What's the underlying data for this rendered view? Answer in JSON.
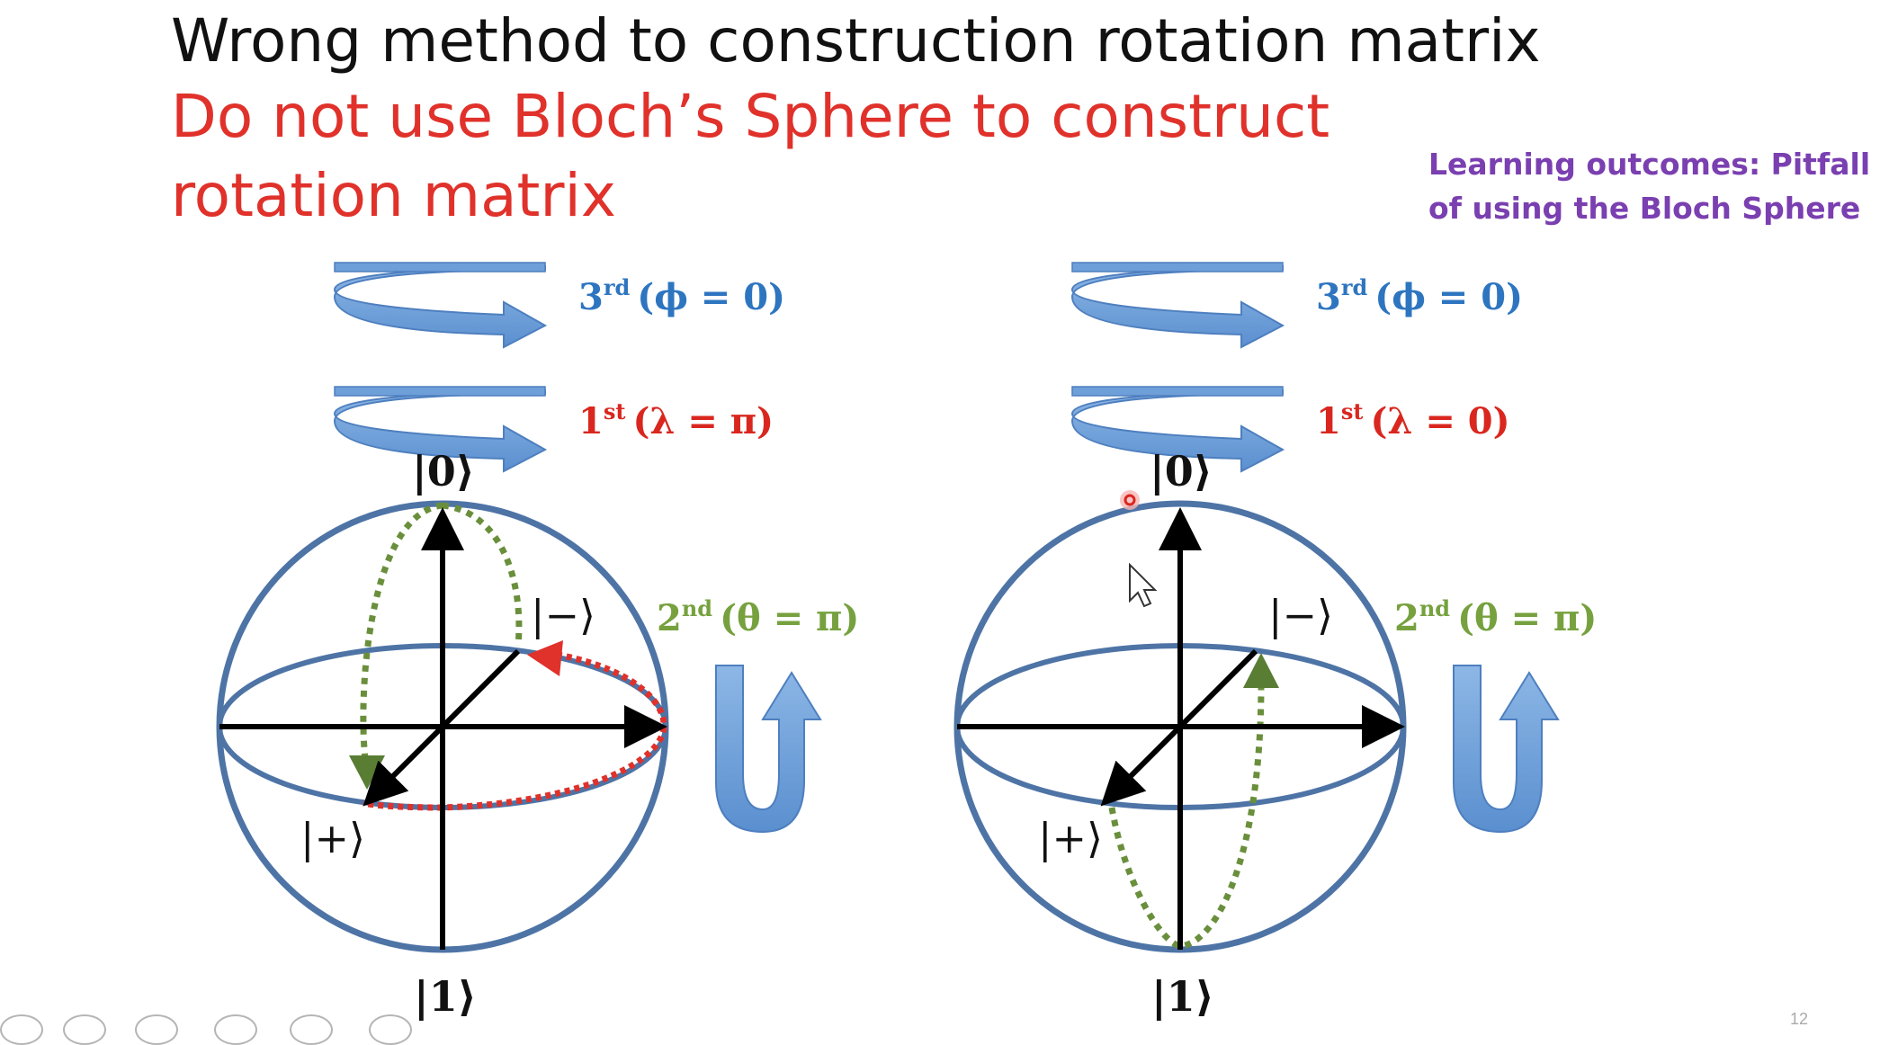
{
  "slide": {
    "title": "Wrong method to construction rotation matrix",
    "subtitle": "Do not use Bloch’s Sphere to construct rotation matrix",
    "learning_outcomes": "Learning outcomes: Pitfall of using the Bloch Sphere"
  },
  "left_diagram": {
    "rot_third": {
      "ordinal": "3",
      "suffix": "rd",
      "label": "(ϕ = 0)"
    },
    "rot_first": {
      "ordinal": "1",
      "suffix": "st",
      "label": "(λ = π)"
    },
    "rot_second": {
      "ordinal": "2",
      "suffix": "nd",
      "label": "(θ = π)"
    },
    "ket_zero": "|0⟩",
    "ket_one": "|1⟩",
    "ket_minus": "|−⟩",
    "ket_plus": "|+⟩"
  },
  "right_diagram": {
    "rot_third": {
      "ordinal": "3",
      "suffix": "rd",
      "label": "(ϕ = 0)"
    },
    "rot_first": {
      "ordinal": "1",
      "suffix": "st",
      "label": "(λ = 0)"
    },
    "rot_second": {
      "ordinal": "2",
      "suffix": "nd",
      "label": "(θ = π)"
    },
    "ket_zero": "|0⟩",
    "ket_one": "|1⟩",
    "ket_minus": "|−⟩",
    "ket_plus": "|+⟩"
  },
  "colors": {
    "sphere": "#4e74a6",
    "rotation_arrow": "#6f9fd8",
    "green_path": "#6a8f3c",
    "red_path": "#e0312b",
    "title_red": "#e0312b",
    "outcomes_purple": "#7a3fb0"
  },
  "icons": [
    "mouse-pointer-icon",
    "laser-pointer-dot-icon"
  ],
  "page_number": "12"
}
